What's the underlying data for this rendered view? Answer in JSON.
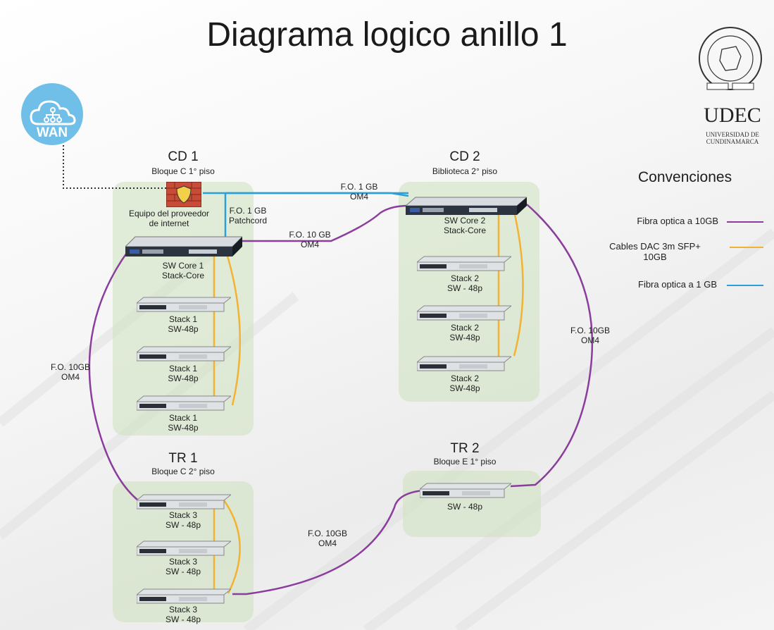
{
  "title": "Diagrama logico anillo 1",
  "wan": {
    "label": "WAN"
  },
  "logo": {
    "word": "UDEC",
    "sub1": "UNIVERSIDAD DE",
    "sub2": "CUNDINAMARCA"
  },
  "colors": {
    "fiber10": "#8a3d9c",
    "dac": "#f2b233",
    "fiber1": "#2a9fd8",
    "zone": "#cde1be"
  },
  "cd1": {
    "title": "CD 1",
    "subtitle": "Bloque C 1° piso",
    "firewall_label1": "Equipo del proveedor",
    "firewall_label2": "de internet",
    "patch_label1": "F.O. 1 GB",
    "patch_label2": "Patchcord",
    "core_label1": "SW Core 1",
    "core_label2": "Stack-Core",
    "stacks": [
      {
        "l1": "Stack 1",
        "l2": "SW-48p"
      },
      {
        "l1": "Stack 1",
        "l2": "SW-48p"
      },
      {
        "l1": "Stack 1",
        "l2": "SW-48p"
      }
    ]
  },
  "cd2": {
    "title": "CD 2",
    "subtitle": "Biblioteca 2° piso",
    "core_label1": "SW Core 2",
    "core_label2": "Stack-Core",
    "stacks": [
      {
        "l1": "Stack  2",
        "l2": "SW - 48p"
      },
      {
        "l1": "Stack  2",
        "l2": "SW-48p"
      },
      {
        "l1": "Stack  2",
        "l2": "SW-48p"
      }
    ]
  },
  "tr1": {
    "title": "TR 1",
    "subtitle": "Bloque C 2° piso",
    "stacks": [
      {
        "l1": "Stack 3",
        "l2": "SW - 48p"
      },
      {
        "l1": "Stack 3",
        "l2": "SW - 48p"
      },
      {
        "l1": "Stack 3",
        "l2": "SW - 48p"
      }
    ]
  },
  "tr2": {
    "title": "TR 2",
    "subtitle": "Bloque E 1° piso",
    "sw_label": "SW - 48p"
  },
  "links": {
    "cd1_cd2_1g_1": "F.O. 1 GB",
    "cd1_cd2_1g_2": "OM4",
    "cd1_cd2_10g_1": "F.O. 10 GB",
    "cd1_cd2_10g_2": "OM4",
    "left_1": "F.O. 10GB",
    "left_2": "OM4",
    "right_1": "F.O. 10GB",
    "right_2": "OM4",
    "bottom_1": "F.O. 10GB",
    "bottom_2": "OM4"
  },
  "legend": {
    "title": "Convenciones",
    "items": [
      {
        "label": "Fibra optica a 10GB",
        "color": "#8a3d9c"
      },
      {
        "label": "Cables DAC  3m SFP+",
        "label2": "10GB",
        "color": "#f2b233"
      },
      {
        "label": "Fibra optica a 1 GB",
        "color": "#2a9fd8"
      }
    ]
  }
}
